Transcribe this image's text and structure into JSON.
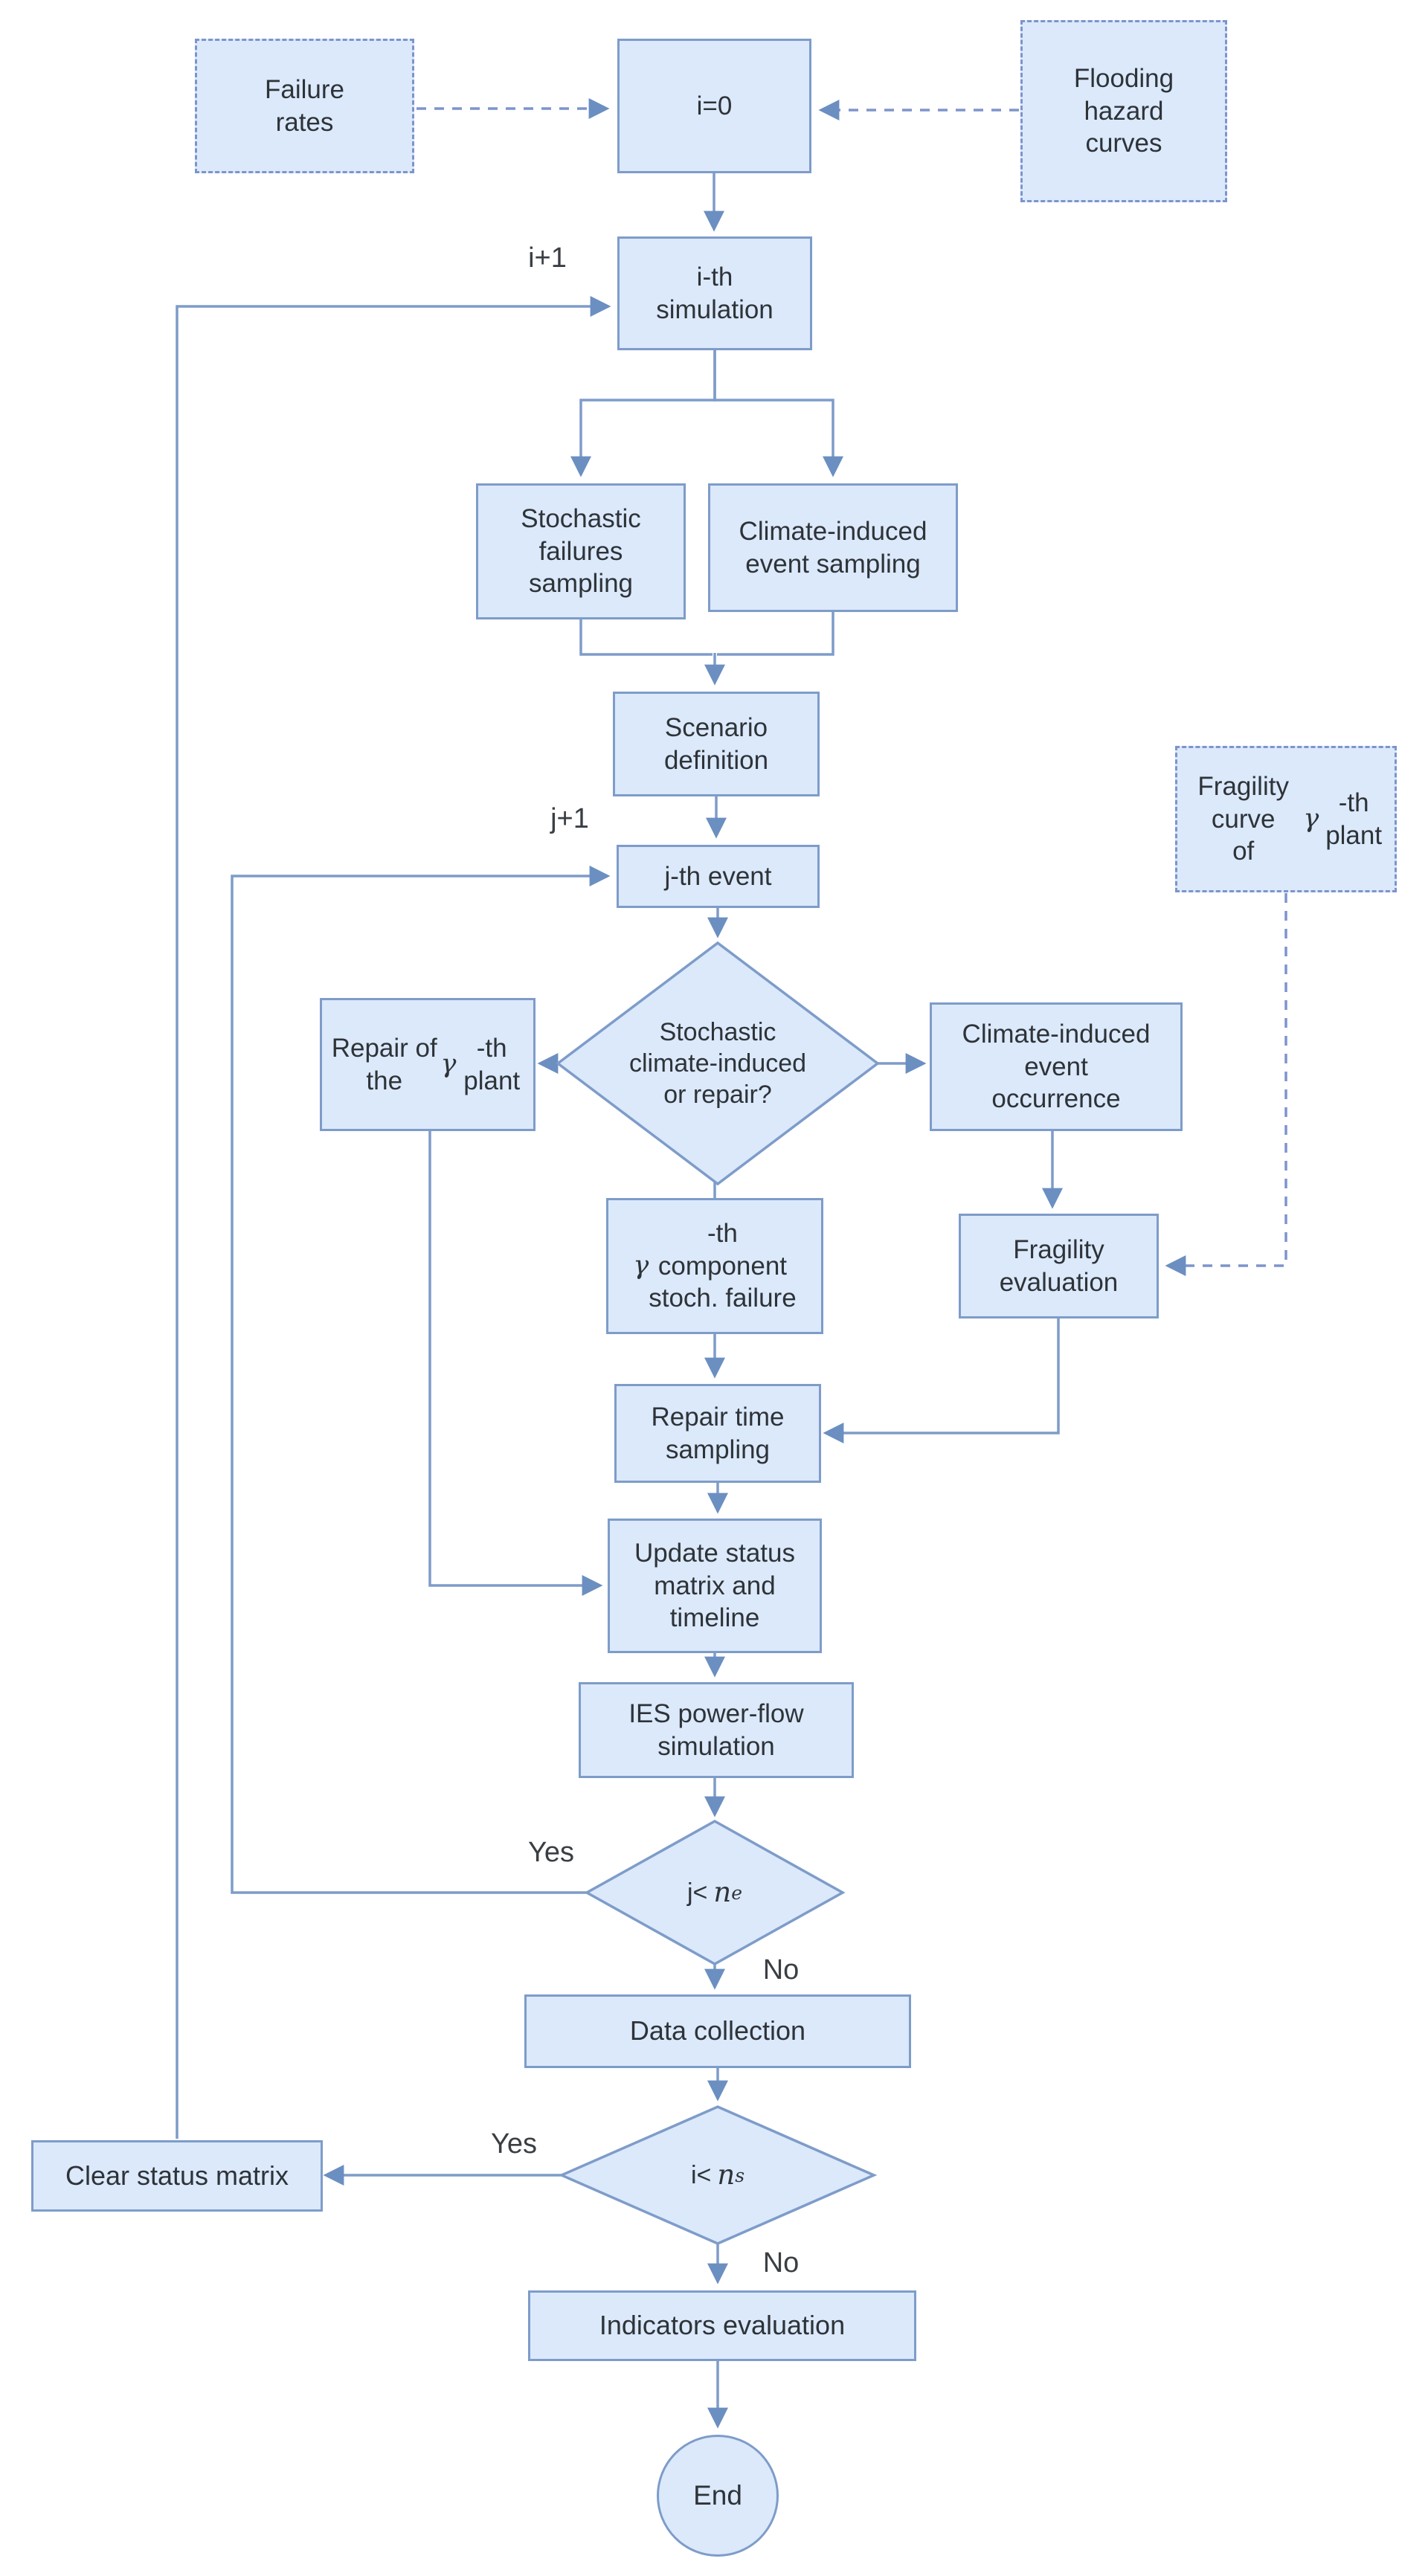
{
  "diagram_type": "flowchart",
  "colors": {
    "node_fill": "#dbe9fb",
    "node_stroke": "#7e9cc9",
    "dashed_stroke": "#7d94cc",
    "connector": "#7e9cc9",
    "arrowhead": "#6b8fc1",
    "text": "#2e3338"
  },
  "nodes": {
    "failure_rates": {
      "label": "Failure\nrates",
      "shape": "dashed-input"
    },
    "i0": {
      "label": "i=0",
      "shape": "process"
    },
    "flooding_hazard": {
      "label": "Flooding\nhazard\ncurves",
      "shape": "dashed-input"
    },
    "ith_simulation": {
      "label": "i-th\nsimulation",
      "shape": "process"
    },
    "stochastic_failures_sampling": {
      "label": "Stochastic\nfailures\nsampling",
      "shape": "process"
    },
    "climate_event_sampling": {
      "label": "Climate-induced\nevent sampling",
      "shape": "process"
    },
    "scenario_definition": {
      "label": "Scenario\ndefinition",
      "shape": "process"
    },
    "jth_event": {
      "label": "j-th event",
      "shape": "process"
    },
    "fragility_curve": {
      "label": "Fragility curve\nof γ-th plant",
      "shape": "dashed-input"
    },
    "stochastic_or_repair": {
      "label": "Stochastic\nclimate-induced\nor repair?",
      "shape": "decision"
    },
    "repair_plant": {
      "label": "Repair of the\nγ-th plant",
      "shape": "process"
    },
    "climate_event_occurrence": {
      "label": "Climate-induced\nevent\noccurrence",
      "shape": "process"
    },
    "gamma_component": {
      "label": "γ-th\ncomponent\nstoch. failure",
      "shape": "process"
    },
    "fragility_evaluation": {
      "label": "Fragility\nevaluation",
      "shape": "process"
    },
    "repair_time_sampling": {
      "label": "Repair time\nsampling",
      "shape": "process"
    },
    "update_status_matrix": {
      "label": "Update status\nmatrix and\ntimeline",
      "shape": "process"
    },
    "ies_simulation": {
      "label": "IES power-flow\nsimulation",
      "shape": "process"
    },
    "je_check": {
      "prefix": "j<",
      "var": "n",
      "sub": "e",
      "shape": "decision"
    },
    "data_collection": {
      "label": "Data collection",
      "shape": "process"
    },
    "is_check": {
      "prefix": "i<",
      "var": "n",
      "sub": "s",
      "shape": "decision"
    },
    "clear_status_matrix": {
      "label": "Clear status matrix",
      "shape": "process"
    },
    "indicators_evaluation": {
      "label": "Indicators evaluation",
      "shape": "process"
    },
    "end": {
      "label": "End",
      "shape": "terminator"
    }
  },
  "labels": {
    "i_plus_one": "i+1",
    "j_plus_one": "j+1",
    "je_yes": "Yes",
    "je_no": "No",
    "is_yes": "Yes",
    "is_no": "No"
  }
}
